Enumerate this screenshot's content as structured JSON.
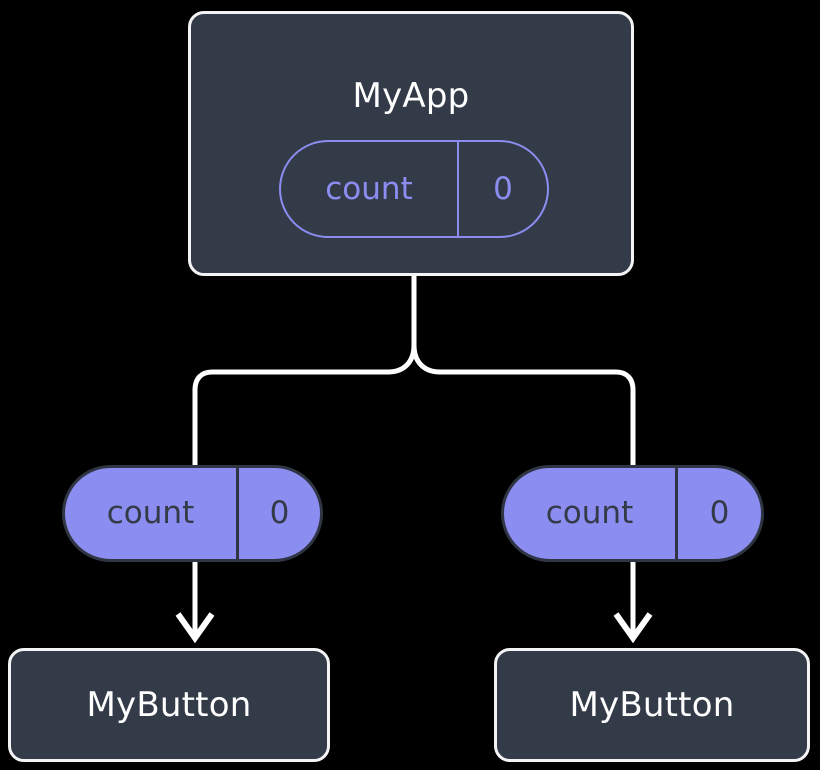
{
  "diagram": {
    "title": "react-state-prop-drilling-tree",
    "background_color": "#000000",
    "palette": {
      "box_fill": "#333b49",
      "box_border": "#f4f4f6",
      "accent_purple": "#8b8df0",
      "pill_text_dark": "#333b49",
      "wire": "#ffffff"
    },
    "root": {
      "label": "MyApp",
      "state_pill": {
        "key": "count",
        "value": "0",
        "style": "outlined"
      }
    },
    "props": [
      {
        "key": "count",
        "value": "0",
        "style": "filled",
        "side": "left"
      },
      {
        "key": "count",
        "value": "0",
        "style": "filled",
        "side": "right"
      }
    ],
    "children": [
      {
        "label": "MyButton",
        "side": "left"
      },
      {
        "label": "MyButton",
        "side": "right"
      }
    ]
  }
}
